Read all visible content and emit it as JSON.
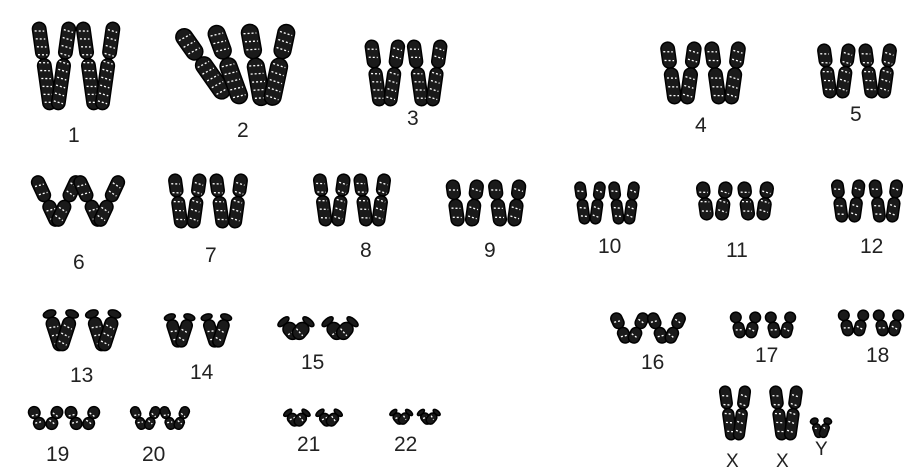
{
  "karyotype": {
    "chromosomes": [
      {
        "label": "1"
      },
      {
        "label": "2"
      },
      {
        "label": "3"
      },
      {
        "label": "4"
      },
      {
        "label": "5"
      },
      {
        "label": "6"
      },
      {
        "label": "7"
      },
      {
        "label": "8"
      },
      {
        "label": "9"
      },
      {
        "label": "10"
      },
      {
        "label": "11"
      },
      {
        "label": "12"
      },
      {
        "label": "13"
      },
      {
        "label": "14"
      },
      {
        "label": "15"
      },
      {
        "label": "16"
      },
      {
        "label": "17"
      },
      {
        "label": "18"
      },
      {
        "label": "19"
      },
      {
        "label": "20"
      },
      {
        "label": "21"
      },
      {
        "label": "22"
      }
    ],
    "sex_chromosomes": [
      {
        "label": "X"
      },
      {
        "label": "X"
      },
      {
        "label": "Y"
      }
    ]
  },
  "style": {
    "ink_color": "#1a1a1a",
    "label_color": "#222222",
    "background": "#ffffff"
  }
}
